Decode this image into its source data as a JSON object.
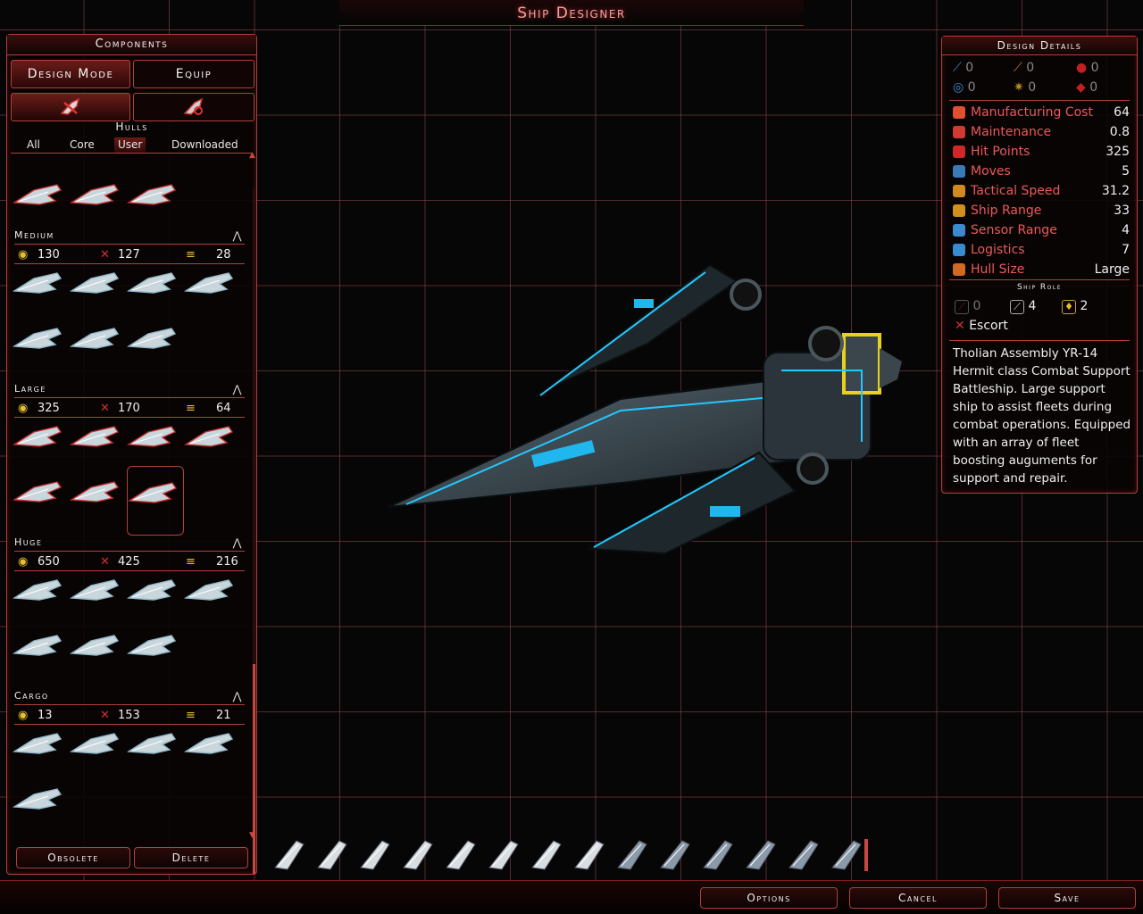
{
  "title": "Ship Designer",
  "left_panel": {
    "header": "Components",
    "tabs": [
      {
        "label": "Design Mode",
        "active": true
      },
      {
        "label": "Equip",
        "active": false
      }
    ],
    "icon_tabs": [
      {
        "icon": "hull-icon",
        "active": true
      },
      {
        "icon": "component-icon",
        "active": false
      }
    ],
    "section_label": "Hulls",
    "filters": [
      {
        "label": "All"
      },
      {
        "label": "Core"
      },
      {
        "label": "User",
        "active": true
      },
      {
        "label": "Downloaded"
      }
    ],
    "categories": [
      {
        "name": "Medium",
        "hp": "130",
        "cost": "127",
        "mass": "28"
      },
      {
        "name": "Large",
        "hp": "325",
        "cost": "170",
        "mass": "64"
      },
      {
        "name": "Huge",
        "hp": "650",
        "cost": "425",
        "mass": "216"
      },
      {
        "name": "Cargo",
        "hp": "13",
        "cost": "153",
        "mass": "21"
      }
    ],
    "buttons": {
      "obsolete": "Obsolete",
      "delete": "Delete"
    }
  },
  "details": {
    "header": "Design Details",
    "weapon_stats": [
      "0",
      "0",
      "0",
      "0",
      "0",
      "0"
    ],
    "rows": [
      {
        "label": "Manufacturing Cost",
        "value": "64",
        "color": "#e05030"
      },
      {
        "label": "Maintenance",
        "value": "0.8",
        "color": "#d03a30"
      },
      {
        "label": "Hit Points",
        "value": "325",
        "color": "#d02828"
      },
      {
        "label": "Moves",
        "value": "5",
        "color": "#3a7ab8"
      },
      {
        "label": "Tactical Speed",
        "value": "31.2",
        "color": "#d08a20"
      },
      {
        "label": "Ship Range",
        "value": "33",
        "color": "#d09020"
      },
      {
        "label": "Sensor Range",
        "value": "4",
        "color": "#3a8ad0"
      },
      {
        "label": "Logistics",
        "value": "7",
        "color": "#3a8ad0"
      },
      {
        "label": "Hull Size",
        "value": "Large",
        "color": "#d06a20"
      }
    ],
    "ship_role_label": "Ship Role",
    "role_counts": [
      "0",
      "4",
      "2"
    ],
    "role_name": "Escort",
    "description": "Tholian Assembly YR-14 Hermit class Combat Support Battleship. Large support ship to assist fleets during combat operations. Equipped with an array of fleet boosting auguments for support and repair."
  },
  "bottom": {
    "options": "Options",
    "cancel": "Cancel",
    "save": "Save"
  },
  "colors": {
    "accent": "#b0403a",
    "label_red": "#e85a5a",
    "ship_glow": "#22c8ff"
  }
}
